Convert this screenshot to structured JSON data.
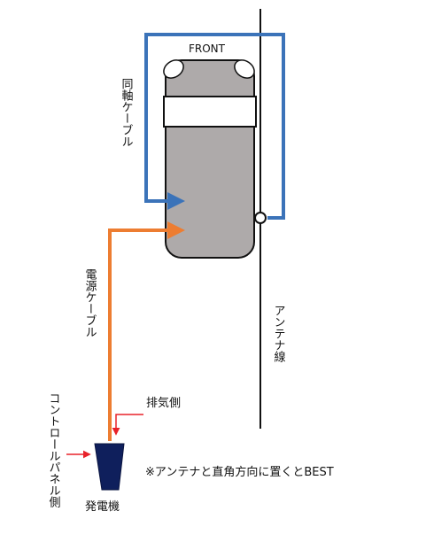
{
  "labels": {
    "front": "FRONT",
    "coax_cable": "同軸ケーブル",
    "power_cable": "電源ケーブル",
    "antenna_wire": "アンテナ線",
    "exhaust_side": "排気側",
    "control_panel_side": "コントロールパネル側",
    "generator": "発電機",
    "note": "※アンテナと直角方向に置くとBEST"
  },
  "colors": {
    "coax": "#3b73b9",
    "power": "#ed7d31",
    "arrow_red": "#e8222a",
    "body": "#aeaaaa",
    "generator": "#0f1f5c",
    "stroke": "#111111"
  }
}
